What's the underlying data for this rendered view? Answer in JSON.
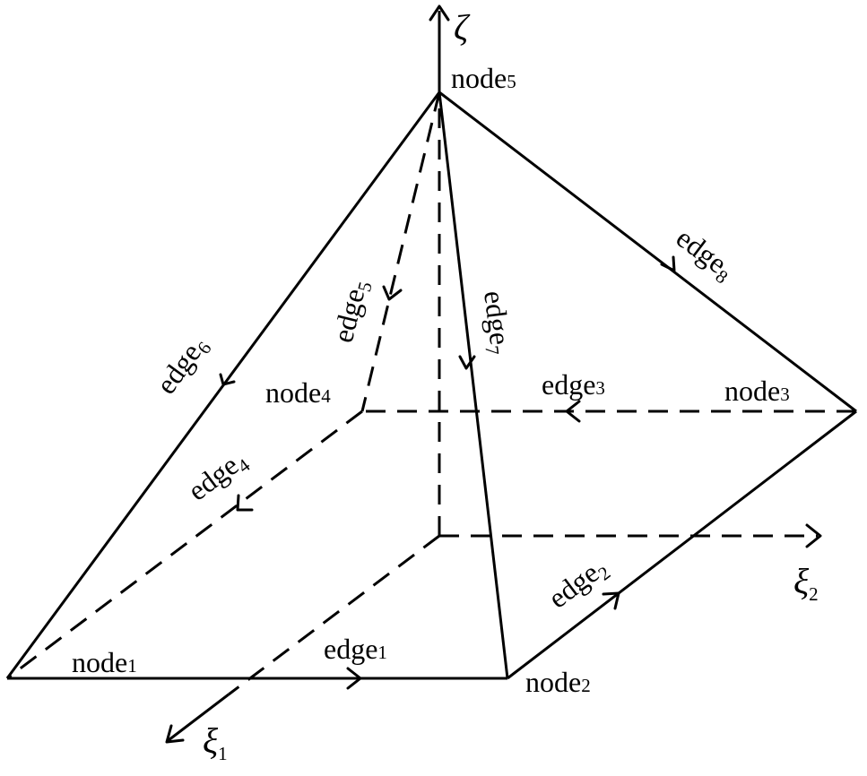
{
  "nodes": {
    "n1": {
      "name": "node",
      "sub": "1"
    },
    "n2": {
      "name": "node",
      "sub": "2"
    },
    "n3": {
      "name": "node",
      "sub": "3"
    },
    "n4": {
      "name": "node",
      "sub": "4"
    },
    "n5": {
      "name": "node",
      "sub": "5"
    }
  },
  "edges": {
    "e1": {
      "name": "edge",
      "sub": "1"
    },
    "e2": {
      "name": "edge",
      "sub": "2"
    },
    "e3": {
      "name": "edge",
      "sub": "3"
    },
    "e4": {
      "name": "edge",
      "sub": "4"
    },
    "e5": {
      "name": "edge",
      "sub": "5"
    },
    "e6": {
      "name": "edge",
      "sub": "6"
    },
    "e7": {
      "name": "edge",
      "sub": "7"
    },
    "e8": {
      "name": "edge",
      "sub": "8"
    }
  },
  "axes": {
    "zeta": {
      "symbol": "ζ",
      "sub": ""
    },
    "xi1": {
      "symbol": "ξ",
      "sub": "1"
    },
    "xi2": {
      "symbol": "ξ",
      "sub": "2"
    }
  }
}
